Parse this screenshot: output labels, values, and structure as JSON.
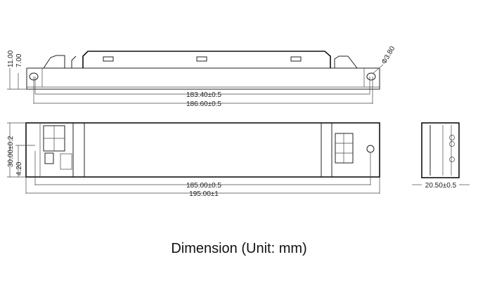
{
  "top_view": {
    "dim_hole_spacing": "183.40±0.5",
    "dim_overall_length": "186.60±0.5",
    "dim_height_total": "11.00",
    "dim_height_flange": "7.00",
    "dim_hole_diameter": "Φ3.80"
  },
  "front_view": {
    "dim_hole_to_end": "185.00±0.5",
    "dim_overall_length": "195.00±1",
    "dim_width": "30.00±0.2",
    "dim_offset": "4.20"
  },
  "side_view": {
    "dim_height": "20.50±0.5"
  },
  "caption": "Dimension (Unit: mm)"
}
